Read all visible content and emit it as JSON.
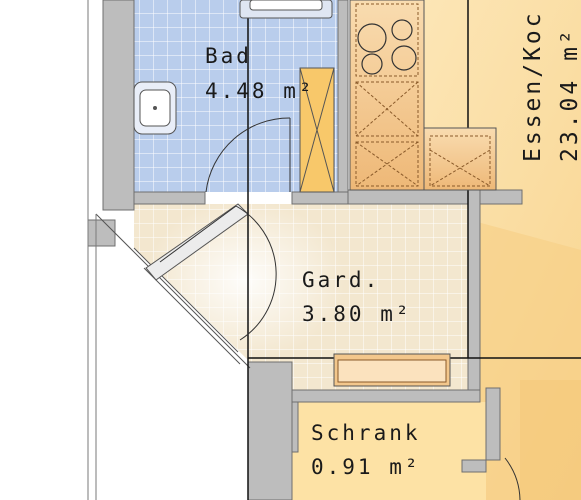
{
  "floor_plan": {
    "rooms": [
      {
        "name": "Bad",
        "area": "4.48 m²"
      },
      {
        "name": "Essen/Koc",
        "area": "23.04 m²"
      },
      {
        "name": "Gard.",
        "area": "3.80 m²"
      },
      {
        "name": "Schrank",
        "area": "0.91 m²"
      }
    ],
    "colors": {
      "wall": "#bdbdbd",
      "bath_tile": "#b9cdec",
      "floor_tile": "#f3e7cf",
      "kitchen_floor": "#fbe3ae",
      "cabinet": "#f6c98e",
      "label": "#1a1a1a"
    }
  }
}
